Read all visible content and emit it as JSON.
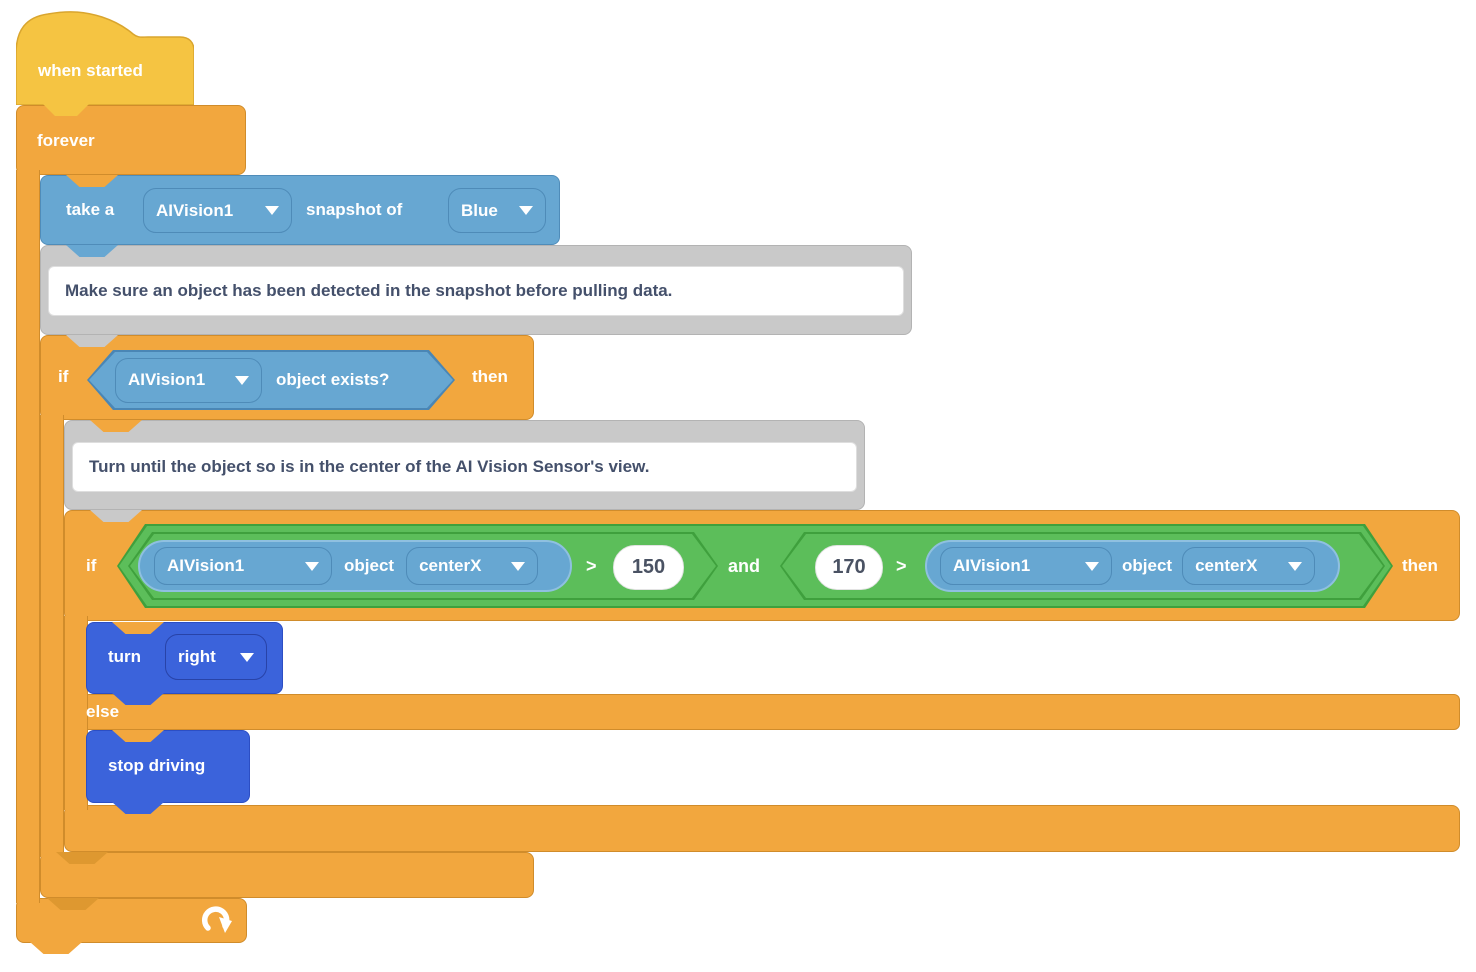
{
  "palette": {
    "event_yellow": "#F5C442",
    "control_orange": "#F2A73E",
    "sensing_blue": "#67A7D2",
    "drivetrain_blue": "#3B63DB",
    "operator_green": "#5CBE5A",
    "comment_gray": "#C9C9C9",
    "comment_text": "#44506B"
  },
  "hat": {
    "label": "when started"
  },
  "forever": {
    "label": "forever",
    "loop_icon": "loop-arrow-icon"
  },
  "take_snapshot": {
    "prefix": "take a",
    "device": "AIVision1",
    "middle": "snapshot of",
    "color": "Blue"
  },
  "comment1": {
    "text": "Make sure an object has been detected in the snapshot before pulling data."
  },
  "if_exists": {
    "if": "if",
    "device": "AIVision1",
    "condition": "object exists?",
    "then": "then"
  },
  "comment2": {
    "text": "Turn until the object so is in the center of the AI Vision Sensor's view."
  },
  "if_center": {
    "if": "if",
    "and": "and",
    "then": "then",
    "else": "else",
    "left": {
      "device": "AIVision1",
      "object_label": "object",
      "property": "centerX",
      "operator": ">",
      "value": "150"
    },
    "right": {
      "value": "170",
      "operator": ">",
      "device": "AIVision1",
      "object_label": "object",
      "property": "centerX"
    }
  },
  "turn": {
    "label": "turn",
    "direction": "right"
  },
  "stop": {
    "label": "stop driving"
  }
}
